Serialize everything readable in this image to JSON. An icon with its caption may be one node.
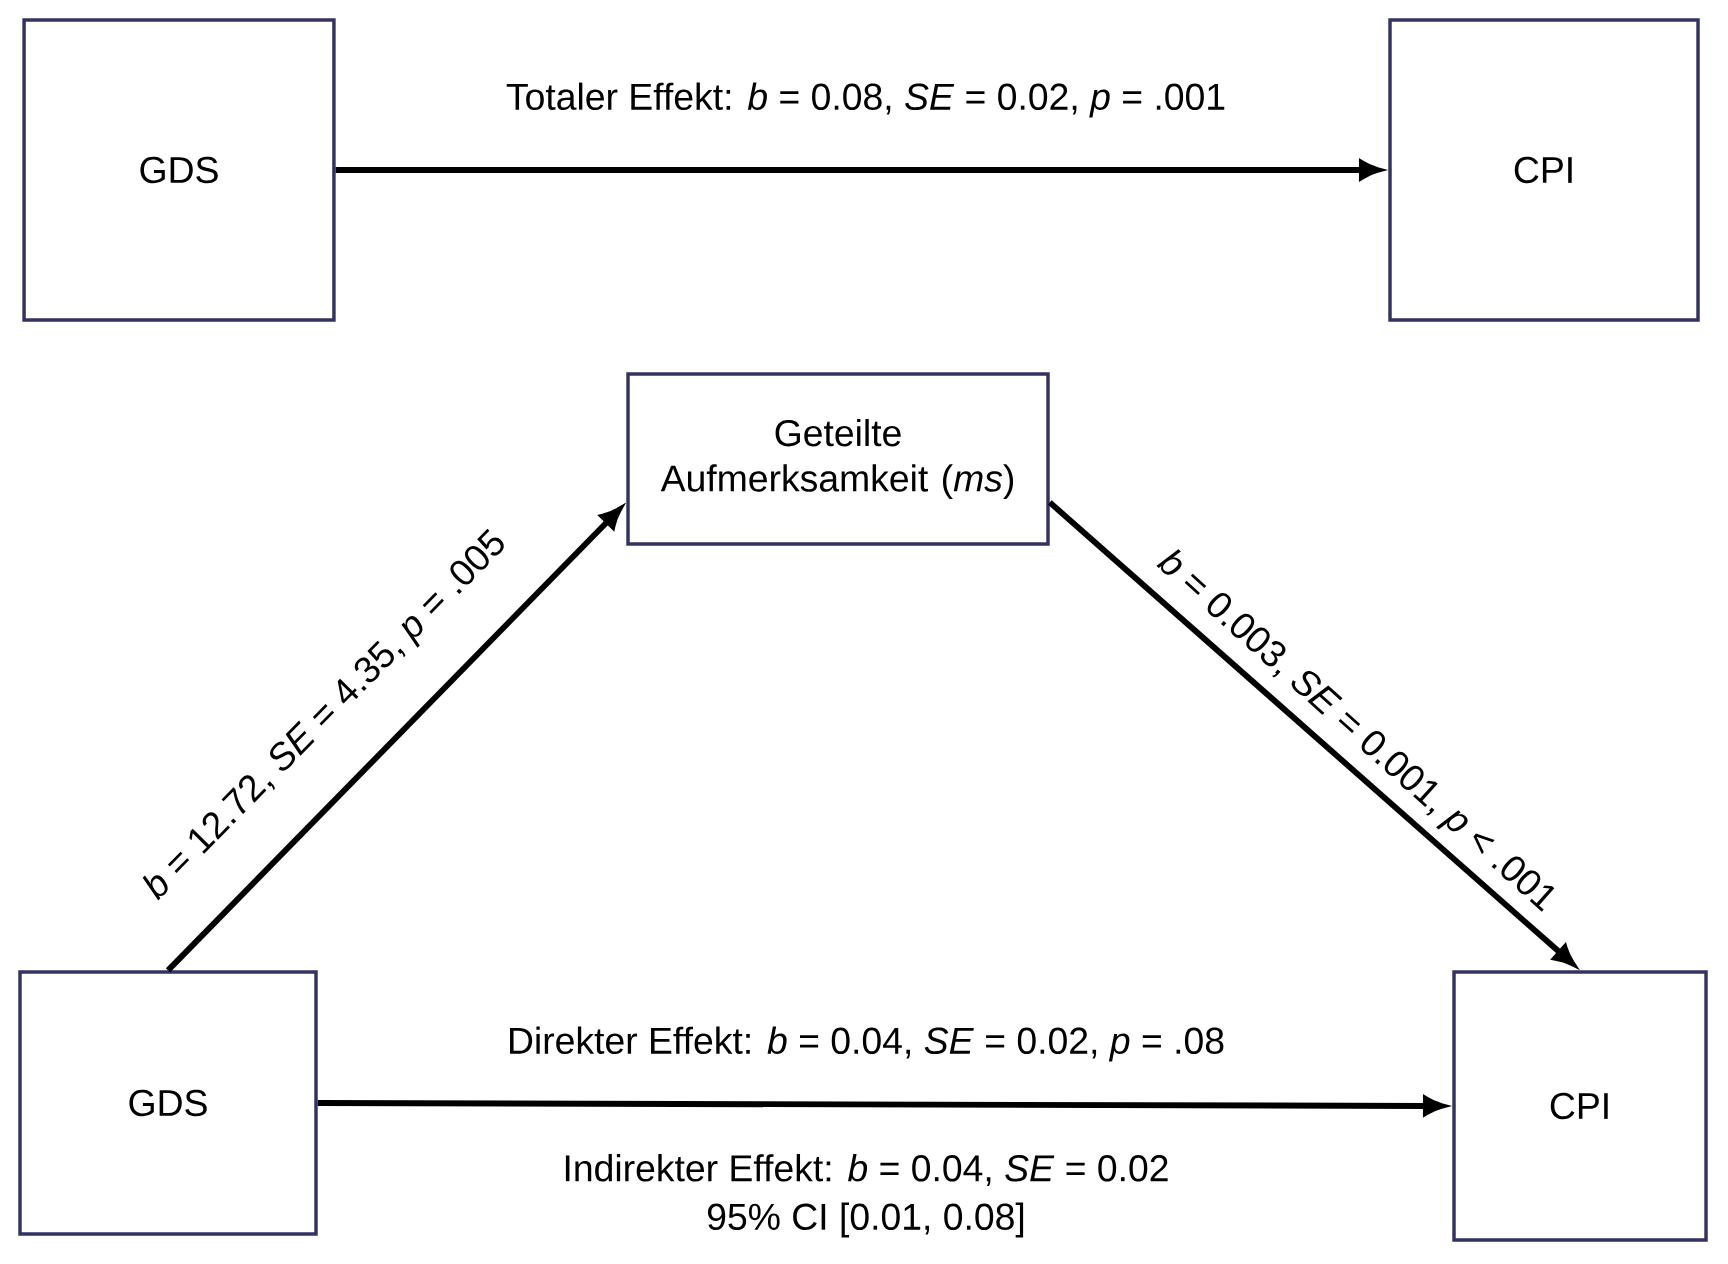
{
  "diagram": {
    "nodes": [
      {
        "text": [
          "GDS"
        ]
      },
      {
        "text": [
          "CPI"
        ]
      },
      {
        "text": [
          "Geteilte Aufmerksamkeit (*ms*)"
        ]
      },
      {
        "text": [
          "GDS"
        ]
      },
      {
        "text": [
          "CPI"
        ]
      }
    ],
    "edges": [
      {
        "from": 0,
        "to": 1,
        "arrow": "to",
        "label": "Totaler Effekt: *b* = 0.08, *SE* = 0.02, *p* = .001"
      },
      {
        "from": 3,
        "to": 2,
        "arrow": "to",
        "label": "*b* = 12.72, *SE* = 4.35, *p* = .005"
      },
      {
        "from": 2,
        "to": 4,
        "arrow": "to",
        "label": "*b* = 0.003, *SE* = 0.001, *p* < .001"
      },
      {
        "from": 3,
        "to": 4,
        "arrow": "to",
        "label": "Direkter Effekt: *b* = 0.04, *SE* = 0.02, *p* = .08"
      }
    ],
    "labels": [
      "Indirekter Effekt: *b* = 0.04, *SE* = 0.02",
      "95% CI [0.01, 0.08]"
    ]
  }
}
